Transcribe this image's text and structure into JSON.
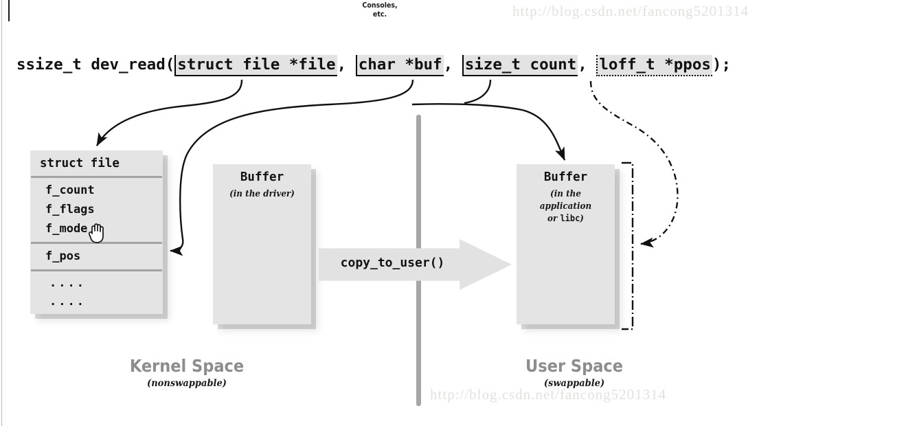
{
  "figure": {
    "top_label": {
      "line1": "Consoles,",
      "line2": "etc."
    },
    "watermark_top": "http://blog.csdn.net/fancong5201314",
    "watermark_bottom": "http://blog.csdn.net/fancong5201314"
  },
  "signature": {
    "return_and_name": "ssize_t dev_read(",
    "args": [
      {
        "text": "struct file *file",
        "style": "solid"
      },
      {
        "text": "char *buf",
        "style": "solid"
      },
      {
        "text": "size_t count",
        "style": "solid"
      },
      {
        "text": "loff_t *ppos",
        "style": "dashed"
      }
    ],
    "sep": ", ",
    "tail": ");"
  },
  "struct_file": {
    "title": "struct file",
    "fields_group1": [
      "f_count",
      "f_flags",
      "f_mode"
    ],
    "fields_group2": [
      "f_pos"
    ],
    "fields_group3": [
      "....",
      "...."
    ]
  },
  "driver_buffer": {
    "title": "Buffer",
    "subtitle": "(in the driver)"
  },
  "user_buffer": {
    "title": "Buffer",
    "subtitle_line1": "(in the",
    "subtitle_line2": "application",
    "subtitle_line3_pre": "or ",
    "subtitle_line3_mono": "libc",
    "subtitle_line3_post": ")"
  },
  "copy_arrow": {
    "label": "copy_to_user()"
  },
  "kernel_space": {
    "title": "Kernel Space",
    "subtitle": "(nonswappable)"
  },
  "user_space": {
    "title": "User Space",
    "subtitle": "(swappable)"
  },
  "colors": {
    "box_fill": "#e4e4e4",
    "divider_gray": "#a6a6a6",
    "caption_gray": "#8d8d8d",
    "watermark_gray": "#e3e1de",
    "line_black": "#111111"
  }
}
